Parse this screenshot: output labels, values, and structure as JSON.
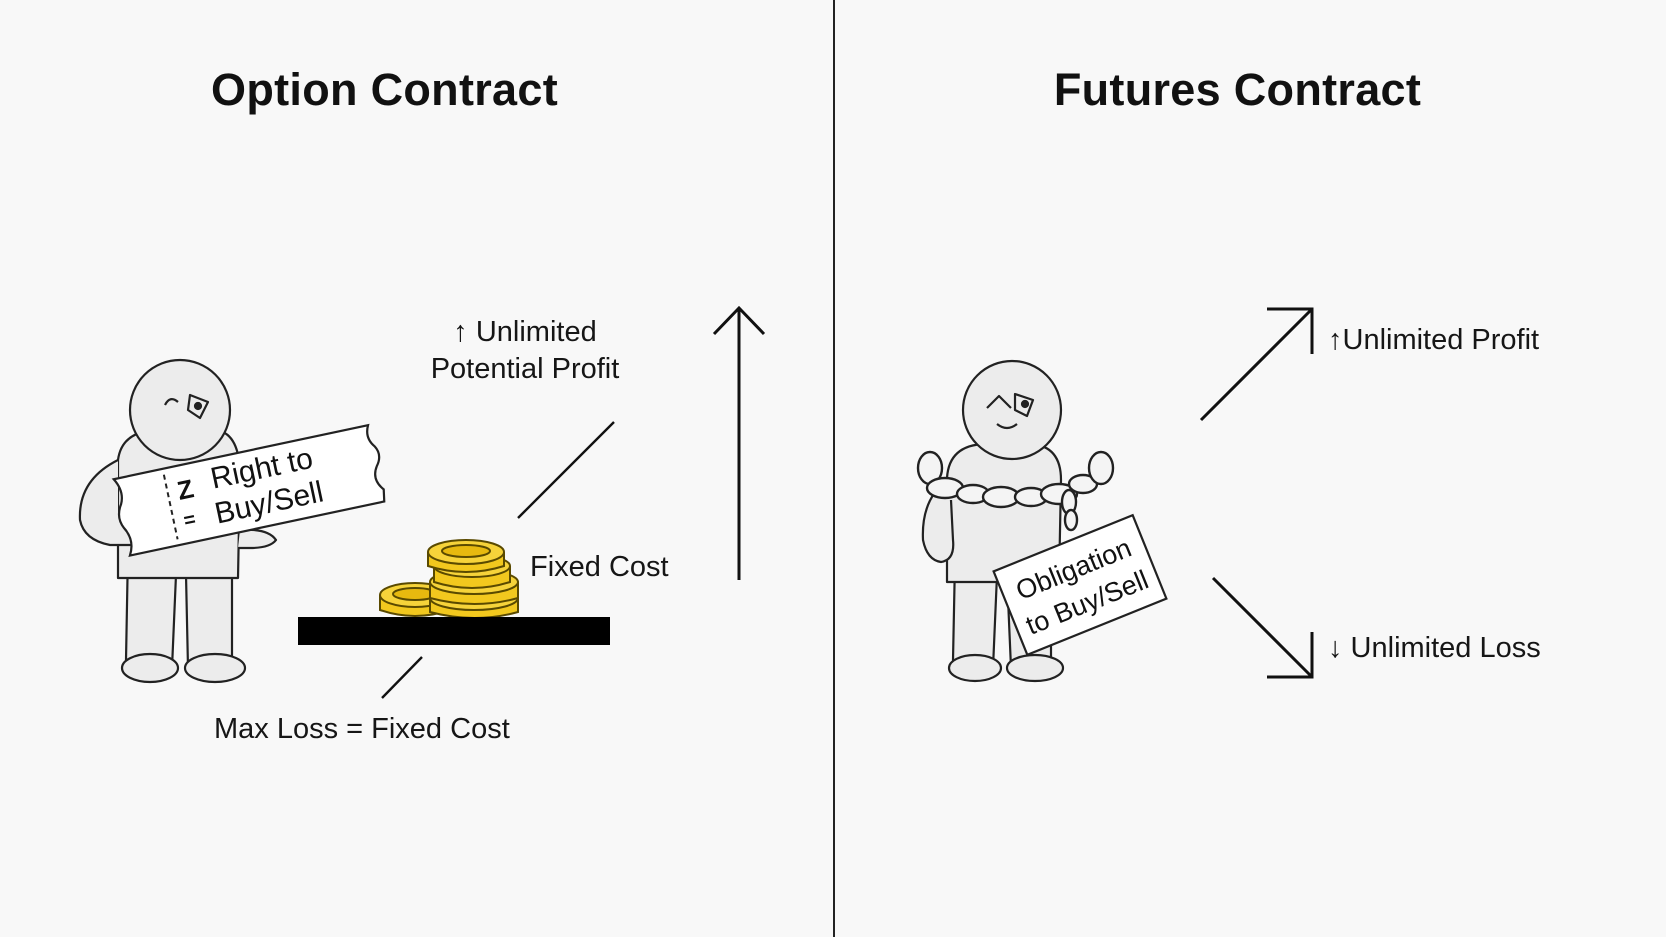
{
  "option": {
    "title": "Option Contract",
    "ticket_text": [
      "Right to",
      "Buy/Sell"
    ],
    "profit_label": [
      "↑ Unlimited",
      "Potential Profit"
    ],
    "cost_label": "Fixed Cost",
    "loss_label": "Max Loss = Fixed Cost"
  },
  "futures": {
    "title": "Futures Contract",
    "sign_text": [
      "Obligation",
      "to Buy/Sell"
    ],
    "profit_label": "↑Unlimited Profit",
    "loss_label": "↓ Unlimited Loss"
  },
  "colors": {
    "coin": "#f2c81e",
    "coin_edge": "#6b5a00",
    "figure_fill": "#ececec",
    "ink": "#111111"
  }
}
